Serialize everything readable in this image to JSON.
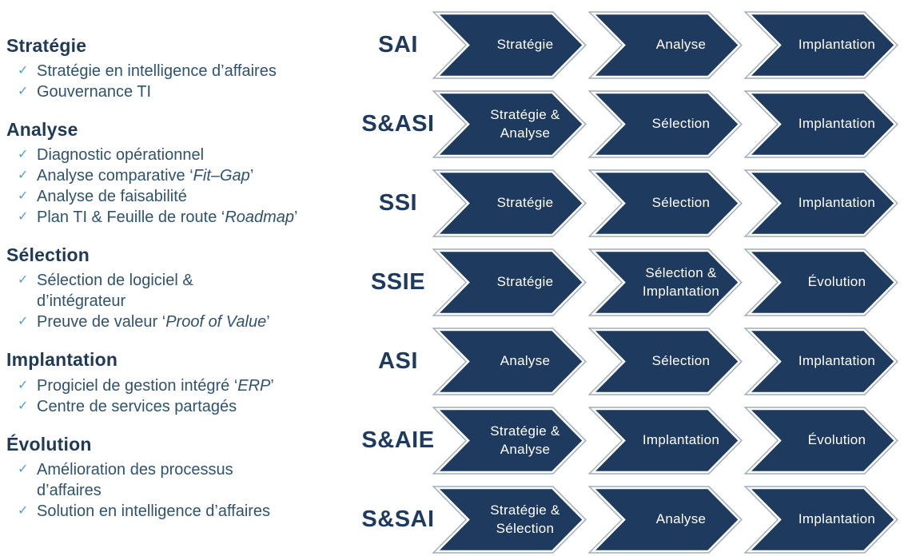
{
  "colors": {
    "background": "#ffffff",
    "heading_text": "#1e3a56",
    "body_text": "#2f536e",
    "check": "#4fa0c8",
    "row_label_text": "#1f3a5f",
    "arrow_fill": "#1f3a5f",
    "arrow_inner_border": "#ffffff",
    "arrow_outer_border": "#9fadbc",
    "arrow_text": "#ffffff"
  },
  "icons": {
    "check": "✓"
  },
  "left_panel": {
    "sections": [
      {
        "title": "Stratégie",
        "items": [
          {
            "text": "Stratégie en intelligence d’affaires"
          },
          {
            "text": "Gouvernance TI"
          }
        ]
      },
      {
        "title": "Analyse",
        "items": [
          {
            "text": "Diagnostic opérationnel"
          },
          {
            "text": "Analyse comparative ‘",
            "italic": "Fit–Gap",
            "post": "’"
          },
          {
            "text": "Analyse de faisabilité"
          },
          {
            "text": "Plan TI & Feuille de route ‘",
            "italic": "Roadmap",
            "post": "’"
          }
        ]
      },
      {
        "title": "Sélection",
        "items": [
          {
            "text": "Sélection de logiciel &\nd’intégrateur"
          },
          {
            "text": "Preuve de valeur ‘",
            "italic": "Proof of Value",
            "post": "’"
          }
        ]
      },
      {
        "title": "Implantation",
        "items": [
          {
            "text": "Progiciel de gestion intégré ‘",
            "italic": "ERP",
            "post": "’"
          },
          {
            "text": "Centre de services partagés"
          }
        ]
      },
      {
        "title": "Évolution",
        "items": [
          {
            "text": "Amélioration des processus\nd’affaires"
          },
          {
            "text": "Solution en intelligence d’affaires"
          }
        ]
      }
    ]
  },
  "right_panel": {
    "rows": [
      {
        "label": "SAI",
        "steps": [
          "Stratégie",
          "Analyse",
          "Implantation"
        ]
      },
      {
        "label": "S&ASI",
        "steps": [
          "Stratégie & Analyse",
          "Sélection",
          "Implantation"
        ]
      },
      {
        "label": "SSI",
        "steps": [
          "Stratégie",
          "Sélection",
          "Implantation"
        ]
      },
      {
        "label": "SSIE",
        "steps": [
          "Stratégie",
          "Sélection & Implantation",
          "Évolution"
        ]
      },
      {
        "label": "ASI",
        "steps": [
          "Analyse",
          "Sélection",
          "Implantation"
        ]
      },
      {
        "label": "S&AIE",
        "steps": [
          "Stratégie & Analyse",
          "Implantation",
          "Évolution"
        ]
      },
      {
        "label": "S&SAI",
        "steps": [
          "Stratégie & Sélection",
          "Analyse",
          "Implantation"
        ]
      }
    ]
  }
}
